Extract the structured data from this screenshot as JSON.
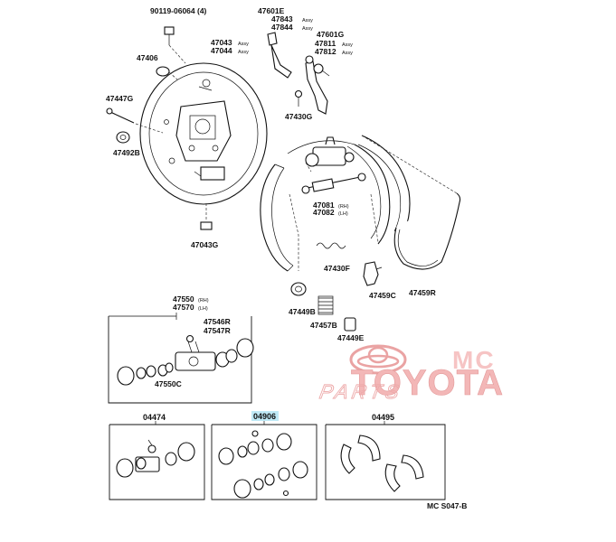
{
  "labels": {
    "l90119": "90119-06064 (4)",
    "l47601e": "47601E",
    "l47843": "47843",
    "l47843s": "Assy",
    "l47844": "47844",
    "l47844s": "Assy",
    "l47043": "47043",
    "l47043s": "Assy",
    "l47044": "47044",
    "l47044s": "Assy",
    "l47601g": "47601G",
    "l47811": "47811",
    "l47811s": "Assy",
    "l47812": "47812",
    "l47812s": "Assy",
    "l47406": "47406",
    "l47447g": "47447G",
    "l47430g": "47430G",
    "l47492b": "47492B",
    "l47081": "47081",
    "l47081s": "(RH)",
    "l47082": "47082",
    "l47082s": "(LH)",
    "l47043g": "47043G",
    "l47430f": "47430F",
    "l47459r": "47459R",
    "l47459c": "47459C",
    "l47550": "47550",
    "l47550s": "(RH)",
    "l47570": "47570",
    "l47570s": "(LH)",
    "l47449b": "47449B",
    "l47546r": "47546R",
    "l47547r": "47547R",
    "l47457b": "47457B",
    "l47449e": "47449E",
    "l47550c": "47550C",
    "code": "MC S047-B"
  },
  "kits": {
    "k04474": "04474",
    "k04906": "04906",
    "k04495": "04495"
  },
  "logo": {
    "mc": "MC",
    "toyota": "TOYOTA",
    "parts": "PARTS"
  },
  "colors": {
    "highlight": "#bfe9f6",
    "logo": "#f3b7b7"
  }
}
